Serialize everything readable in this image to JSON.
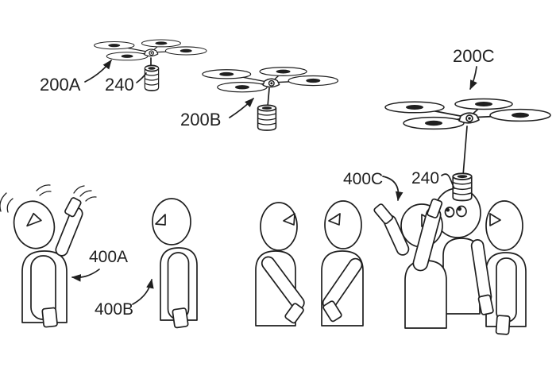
{
  "figure_type": "patent-line-drawing",
  "colors": {
    "ink": "#1f1f1f",
    "background": "#ffffff"
  },
  "labels": {
    "drone_a": "200A",
    "payload_a": "240",
    "drone_b": "200B",
    "drone_c": "200C",
    "person_a": "400A",
    "person_b": "400B",
    "person_c": "400C",
    "payload_c": "240"
  }
}
